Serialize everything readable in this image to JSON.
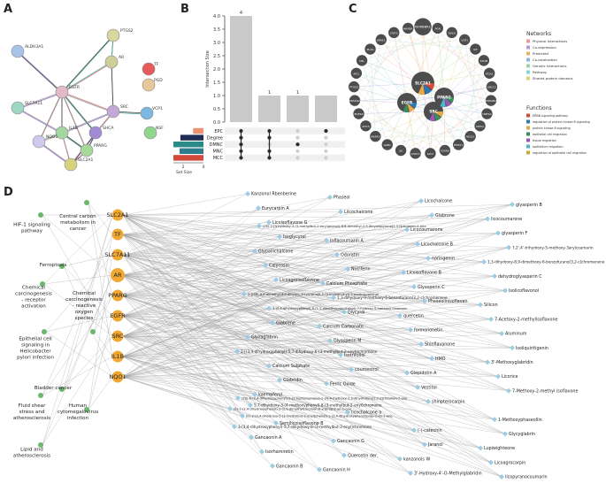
{
  "panel_labels": {
    "a": "A",
    "b": "B",
    "c": "C",
    "d": "D"
  },
  "colors": {
    "node_yellow": "#f1a832",
    "node_blue": "#9dcde4",
    "edge": "#9a9a9a",
    "bar": "#c9c9c9",
    "dot": "#2b2b2b",
    "gray_node": "#4d4d4d"
  },
  "panelA": {
    "nodes": [
      {
        "id": "PTGS2",
        "label": "PTGS2",
        "color": "#d9d6a0"
      },
      {
        "id": "ALDH3A1",
        "label": "ALDH3A1",
        "color": "#a7c4e8"
      },
      {
        "id": "AR",
        "label": "AR",
        "color": "#cfcf9a"
      },
      {
        "id": "TF",
        "label": "TF",
        "color": "#e65a5a"
      },
      {
        "id": "PGD",
        "label": "PGD",
        "color": "#e8c79a"
      },
      {
        "id": "EGFR",
        "label": "EGFR",
        "color": "#e1b9c9"
      },
      {
        "id": "SRC",
        "label": "SRC",
        "color": "#c3a7d6"
      },
      {
        "id": "SLC7A11",
        "label": "SLC7A11",
        "color": "#9fd6c4"
      },
      {
        "id": "IL1B",
        "label": "IL1B",
        "color": "#a3d6a0"
      },
      {
        "id": "SHCA",
        "label": "SHCA",
        "color": "#a28bd6"
      },
      {
        "id": "NQO1",
        "label": "NQO1",
        "color": "#d2c9ef"
      },
      {
        "id": "PPARG",
        "label": "PPARG",
        "color": "#a8d89a"
      },
      {
        "id": "SLC2A1",
        "label": "SLC2A1",
        "color": "#d6d27e"
      },
      {
        "id": "VCP1",
        "label": "VCP1",
        "color": "#7db6e0"
      },
      {
        "id": "NSF",
        "label": "NSF",
        "color": "#8fd68f"
      }
    ]
  },
  "panelB": {
    "y_axis_label": "Intersection Size",
    "x_axis_label": "Set Size",
    "y_ticks": [
      "0.0",
      "0.5",
      "1.0",
      "1.5",
      "2.0",
      "2.5",
      "3.0",
      "3.5",
      "4.0"
    ],
    "set_size_ticks": [
      "4",
      "2",
      "0"
    ],
    "sets": [
      "EPC",
      "Degree",
      "DMNC",
      "MNC",
      "MCC"
    ],
    "set_colors": [
      "#ef8f6b",
      "#1f2c55",
      "#2a8a88",
      "#2e7d8c",
      "#d24b3a"
    ],
    "set_sizes": [
      1.3,
      2.9,
      4.5,
      3.0,
      4.6
    ]
  },
  "chart_data": {
    "type": "bar",
    "categories": [
      "EPC,Degree,DMNC,MNC,MCC",
      "EPC,Degree,MNC,MCC",
      "DMNC",
      "EPC"
    ],
    "values": [
      4,
      1,
      1,
      1
    ],
    "value_labels": [
      "4",
      "1",
      "1"
    ],
    "ylabel": "Intersection Size",
    "xlabel": "Set Size",
    "ylim": [
      0,
      4.0
    ]
  },
  "panelC": {
    "legend_networks_title": "Networks",
    "networks": [
      {
        "label": "Physical Interactions",
        "color": "#e99a9a"
      },
      {
        "label": "Co-expression",
        "color": "#b99ad8"
      },
      {
        "label": "Predicted",
        "color": "#e8b45f"
      },
      {
        "label": "Co-localization",
        "color": "#8fb6e0"
      },
      {
        "label": "Genetic Interactions",
        "color": "#9fd49a"
      },
      {
        "label": "Pathway",
        "color": "#7fd8d0"
      },
      {
        "label": "Shared protein domains",
        "color": "#d9d27a"
      }
    ],
    "legend_functions_title": "Functions",
    "functions": [
      {
        "label": "ERBB signaling pathway",
        "color": "#d24b3a"
      },
      {
        "label": "regulation of protein kinase B signaling",
        "color": "#2a7ab8"
      },
      {
        "label": "protein kinase B signaling",
        "color": "#e7a84a"
      },
      {
        "label": "epithelial cell migration",
        "color": "#3b8f5a"
      },
      {
        "label": "tissue migration",
        "color": "#9b59b6"
      },
      {
        "label": "epithelium migration",
        "color": "#4bb8c8"
      },
      {
        "label": "regulation of epithelial cell migration",
        "color": "#c7a83a"
      }
    ],
    "center_nodes": [
      "SLC2A1",
      "EGFR",
      "SRC",
      "PPARG"
    ],
    "ring_nodes": [
      "NORBBR1",
      "PGR",
      "SHCA",
      "VCP1",
      "KIT",
      "STOM",
      "ITGA1",
      "ABCC2",
      "PRKAB2",
      "HNF4A",
      "NOS3",
      "NQO2",
      "EPHX1",
      "FOXRA",
      "KLF2",
      "CHST1",
      "ILK",
      "GAB1",
      "MAPK3",
      "SHC3",
      "EGFR2",
      "PPARG2",
      "PTGS2",
      "IRS1",
      "CBL",
      "PLCG",
      "EPAS1",
      "STAT5",
      "MAP2K"
    ]
  },
  "panelD": {
    "pathways": [
      {
        "label": "HIF-1 signaling\npathway"
      },
      {
        "label": "Central carbon\nmetabolism in\ncancer"
      },
      {
        "label": "Ferroptosis"
      },
      {
        "label": "Chemical\ncarcinogenesis\n- receptor\nactivation"
      },
      {
        "label": "Chemical\ncarcinogenesis\n- reactive\noxygen\nspecies"
      },
      {
        "label": "Epithelial cell\nsignaling in\nHelicobacter\npylori infection"
      },
      {
        "label": "Bladder cancer"
      },
      {
        "label": "Fluid shear\nstress and\natherosclerosis"
      },
      {
        "label": "Human\ncytomegalovirus\ninfection"
      },
      {
        "label": "Lipid and\natherosclerosis"
      }
    ],
    "targets": [
      "SLC2A1",
      "TF",
      "SLC7A11",
      "AR",
      "PPARG",
      "EGFR",
      "SRC",
      "IL1B",
      "NQO1"
    ],
    "compounds": [
      "Kanzonol Rbenberine",
      "Phaseol",
      "Licochalcone",
      "glyasperin B",
      "Eurycarpin A",
      "Liicochalcone",
      "Glabrone",
      "licocoumarone",
      "Licoisoflavone G",
      "(2S)-2-[4-hydroxy-3-(3-methylbut-2-enyl)phenyl]-8,8-dimethyl-2,3-dihydropyrano[2,3-f]chromen-4-one",
      "Licocoumarone",
      "glyasperin F",
      "Isoglycyrol",
      "Inflacoumarin A",
      "Licochalcone B",
      "7,2',4'-trihydroxy-5-methoxy-3arylcoumarin",
      "Glypallichalcone",
      "Odoratin",
      "naringenin",
      "1,3-dihydroxy-8,9-dimethoxy-6-benzofurano[3,2-c]chromenone",
      "Calycosin",
      "Nuciferin",
      "Licoisoflavone B",
      "dehydroglyasperin C",
      "Licoagroisoflavone",
      "Calcium Phosphate",
      "Glyasperin C",
      "Isolicoflavonol",
      "2-[(3R)-8,8-dimethyl-3,4-dihydro-2H-pyrano[6,5-f]chromen-3-yl]-5-methoxyphenol",
      "1,3-dihydroxy-9-methoxy-6-benzofurano[3,2-c]chromenone",
      "Phaseolinisoflavan",
      "Silicon",
      "3-(2,4-dihydroxyphenyl)-8-(1,1-dimethylprop-2-enyl)-7-hydroxy-5-methoxy-coumarin",
      "Glycyrol",
      "quercetin",
      "7-Acetoxy-2-methylisoflavone",
      "Glabrene",
      "Calcium Carbonate",
      "formononetin",
      "Aluminum",
      "Glyzaglabrin",
      "Glyasperin M",
      "Shinflavanone",
      "Isoliquiritigenin",
      "2-[(3,4-dihydroxyphenyl)-5,7-dihydroxy-6-(3-methylbut-2-enyl)]chromone",
      "Isotrifoliol",
      "HMO",
      "3'-Methoxyglabridin",
      "Calcium Sulphate",
      "coumestrol",
      "Glepidotin A",
      "Licorice",
      "Glabridin",
      "Ferric Oxide",
      "Vestitol",
      "7-Methoxy-2-methyl isoflavone",
      "kaempferol",
      "(2S)-6-(2,4-dihydroxyphenyl)-2-(2-hydroxypropan-2-yl)-4-methoxy-2,3-dihydrofuro[3,2-g]chromen-7-one",
      "shinpterocarpin",
      "5,7-dihydroxy-3-(4-methoxyphenyl)-8-(3-methylbut-2-enyl)chromone",
      "(E)-1-(2,4-dihydroxyphenyl)-3-(2,2-dimethylchromen-6-yl)prop-2-en-1-one",
      "licochalcone a",
      "(E)-3-(3,4-dihydroxy-5-(3-methylbut-2-enyl)phenyl)-1-(2,4-dihydroxyphenyl)prop-2-en-1-one",
      "1-Methoxyphaseollin",
      "Semilicoisoflavone B",
      "3-(3,4-dihydroxyphenyl)-5,7-dihydroxy-8-(3-methylbut-2-enyl)chromone",
      "(-)-catechin",
      "Glycyglabrin",
      "Gancaonin A",
      "Gancaonin G",
      "Jaranol",
      "Lupiwighteone",
      "Isorhamnetin",
      "Quercetin der.",
      "kanzonols W",
      "Licoagrocarpin",
      "Gancaonin B",
      "Gancaonin H",
      "3'-Hydroxy-4'-O-Methylglabridin",
      "licopyranocoumarin"
    ]
  }
}
